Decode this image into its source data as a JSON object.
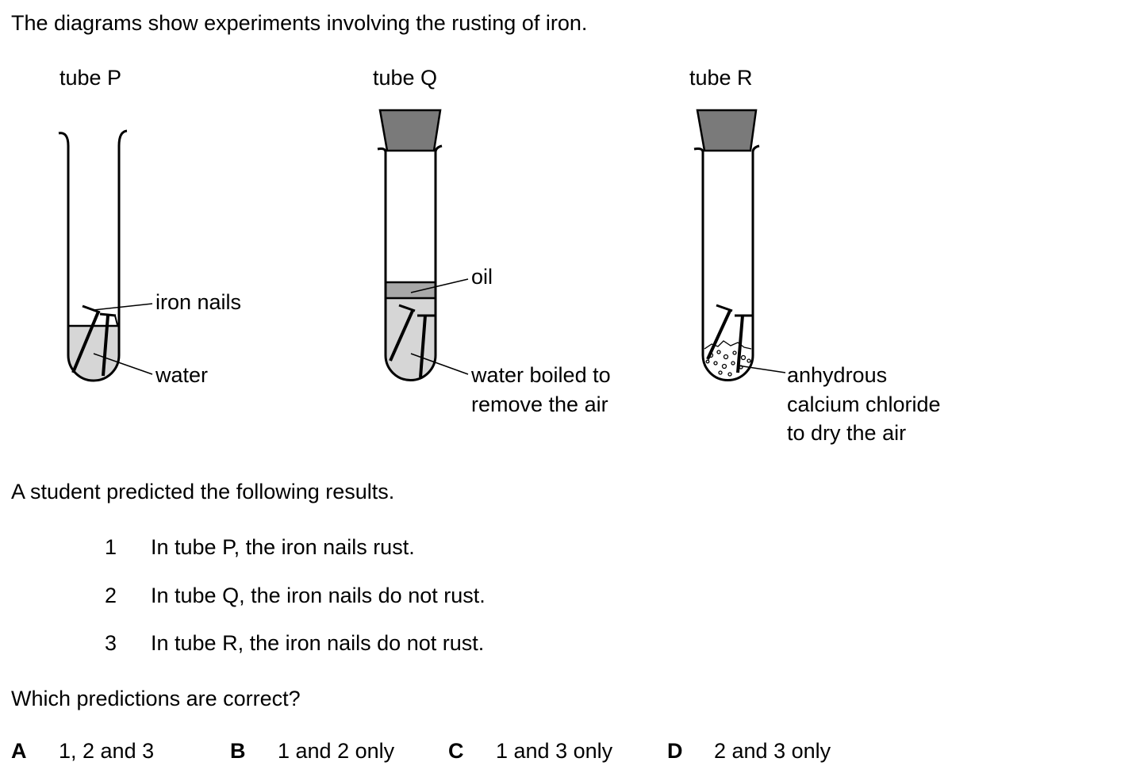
{
  "intro": "The diagrams show experiments involving the rusting of iron.",
  "tubes": {
    "p": {
      "title": "tube P",
      "labels": [
        "iron nails",
        "water"
      ]
    },
    "q": {
      "title": "tube Q",
      "labels": [
        "oil",
        "water boiled to",
        "remove the air"
      ]
    },
    "r": {
      "title": "tube R",
      "labels": [
        "anhydrous",
        "calcium chloride",
        "to dry the air"
      ]
    }
  },
  "student_line": "A student predicted the following results.",
  "predictions": [
    {
      "number": "1",
      "text": "In tube P, the iron nails rust."
    },
    {
      "number": "2",
      "text": "In tube Q, the iron nails do not rust."
    },
    {
      "number": "3",
      "text": "In tube R, the iron nails do not rust."
    }
  ],
  "question": "Which predictions are correct?",
  "options": [
    {
      "letter": "A",
      "text": "1, 2 and 3"
    },
    {
      "letter": "B",
      "text": "1 and 2 only"
    },
    {
      "letter": "C",
      "text": "1 and 3 only"
    },
    {
      "letter": "D",
      "text": "2 and 3 only"
    }
  ],
  "colors": {
    "liquid": "#d6d6d6",
    "oil": "#a8a8a8",
    "stopper": "#7a7a7a",
    "line": "#000000"
  }
}
